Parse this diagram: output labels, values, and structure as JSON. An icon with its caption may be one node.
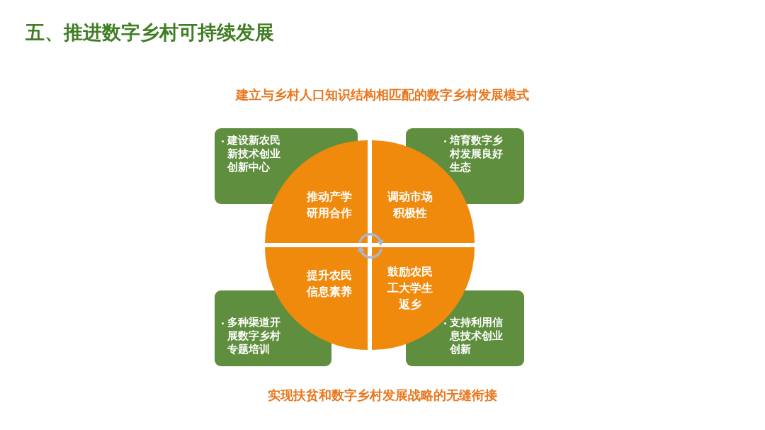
{
  "diagram": {
    "title": "五、推进数字乡村可持续发展",
    "nodes": [
      {
        "text": [
          "建设新农民新技术创业创新中心"
        ]
      },
      {
        "text": [
          "培育数字乡村发展良好生态"
        ]
      },
      {
        "text": [
          "多种渠道开展数字乡村专题培训"
        ]
      },
      {
        "text": [
          "支持利用信息技术创业创新"
        ]
      },
      {
        "text": [
          "推动产学研用合作"
        ]
      },
      {
        "text": [
          "调动市场积极性"
        ]
      },
      {
        "text": [
          "提升农民信息素养"
        ]
      },
      {
        "text": [
          "鼓励农民工大学生返乡"
        ]
      }
    ],
    "labels": [
      "建立与乡村人口知识结构相匹配的数字乡村发展模式",
      "实现扶贫和数字乡村发展战略的无缝衔接"
    ]
  }
}
